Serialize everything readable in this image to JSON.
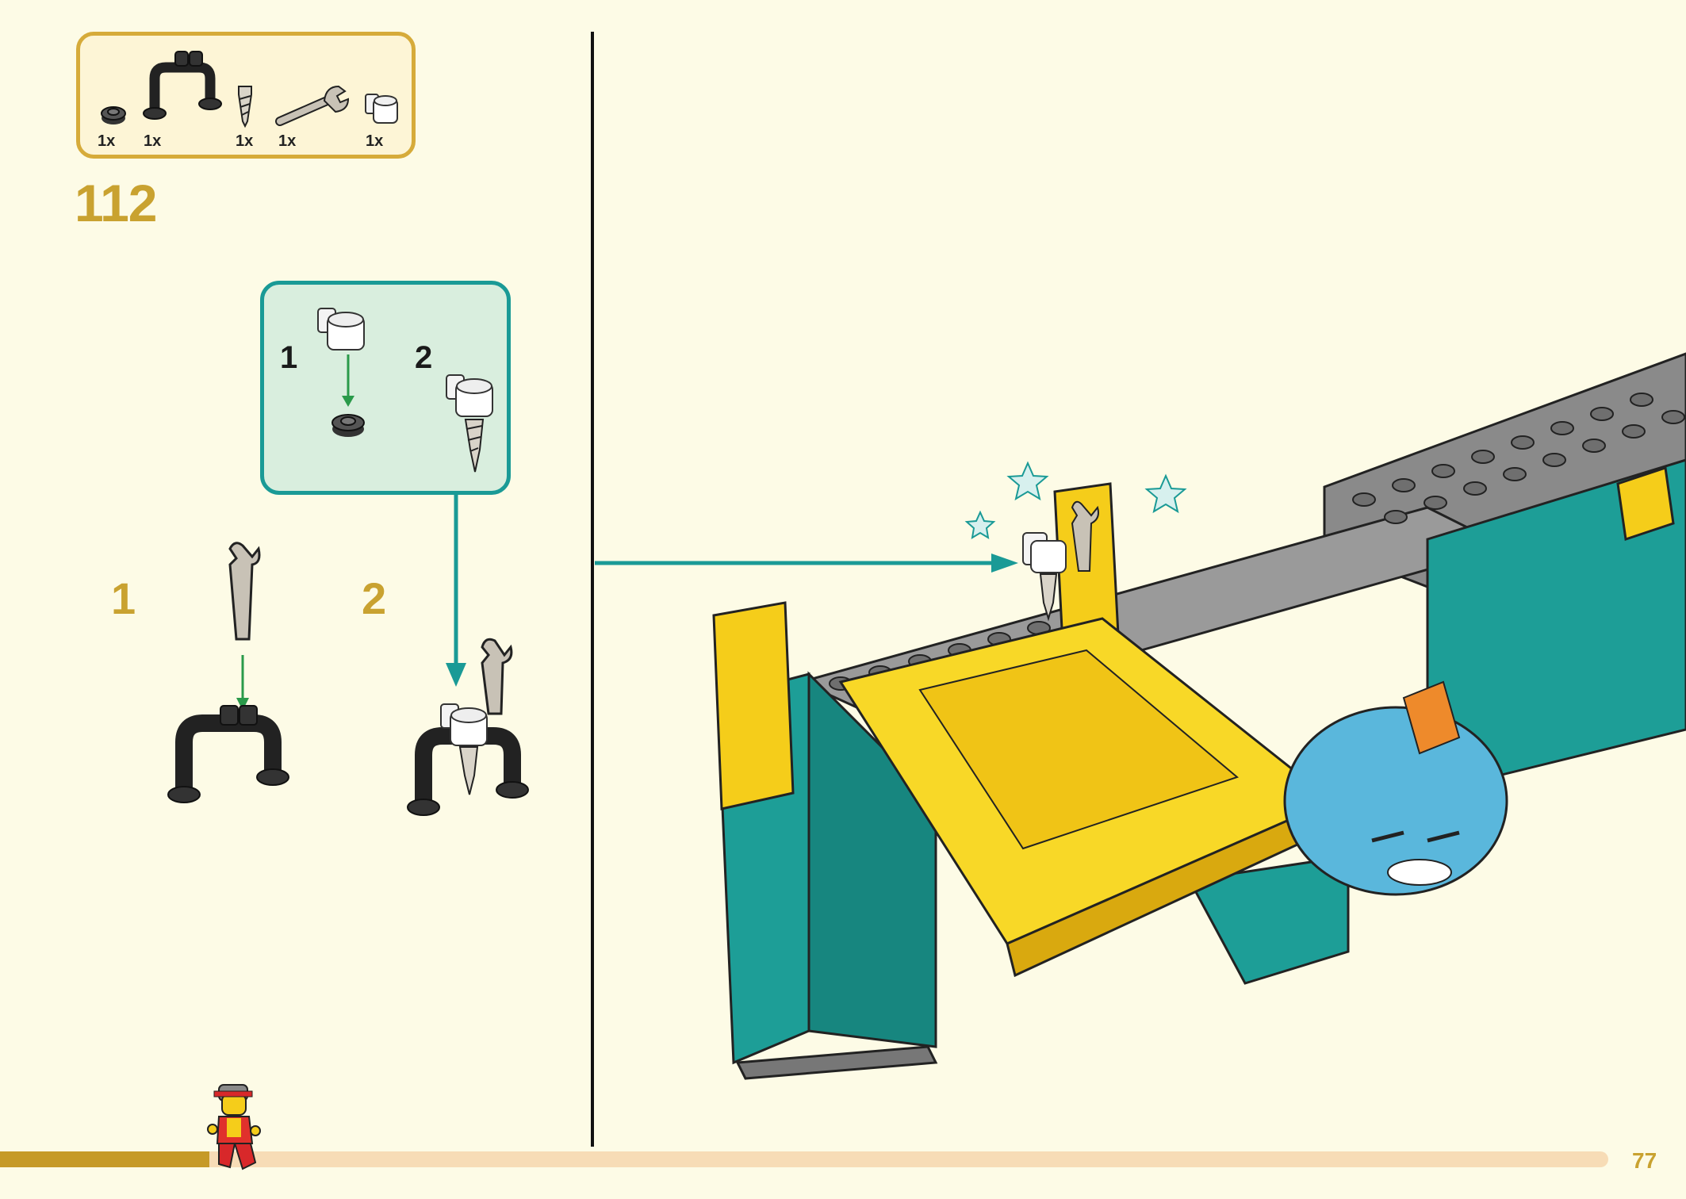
{
  "step": {
    "number": "112"
  },
  "parts_needed": [
    {
      "name": "round-plate-black",
      "qty": "1x"
    },
    {
      "name": "bar-handle-black",
      "qty": "1x"
    },
    {
      "name": "drill-bit-gray",
      "qty": "1x"
    },
    {
      "name": "wrench-gray",
      "qty": "1x"
    },
    {
      "name": "bracket-white",
      "qty": "1x"
    }
  ],
  "sub_assembly": {
    "steps": [
      "1",
      "2"
    ]
  },
  "main_substeps": [
    "1",
    "2"
  ],
  "footer": {
    "page_number": "77",
    "progress": 0.13
  },
  "colors": {
    "gold": "#c9a230",
    "teal": "#1a9a96",
    "background": "#fdfbe6",
    "yellow": "#f5cd1a"
  }
}
